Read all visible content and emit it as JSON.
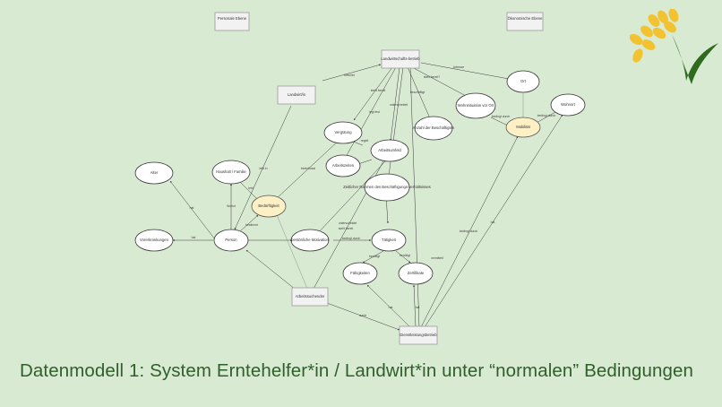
{
  "caption": "Datenmodell 1: System Erntehelfer*in / Landwirt*in unter “normalen” Bedingungen",
  "colors": {
    "background": "#d9ead3",
    "caption": "#2f5f2a",
    "highlight": "#fdf0c4",
    "logo_yellow": "#f2c230",
    "logo_green": "#2e6b1f"
  },
  "nodes": {
    "personal_level": "Personale Ebene",
    "economic_level": "Ökonomische Ebene",
    "farm": "Landwirtschafts-betrieb",
    "farmer": "Landwirt/in",
    "place": "Ort",
    "housing": "Wohnsituation vor Ort",
    "residence": "Wohnort",
    "mobility": "Mobilität",
    "pay": "Vergütung",
    "work_hours": "Arbeitszeiten",
    "workplace": "Arbeitsumfeld",
    "staff_count": "Anzahl der Beschäftigten",
    "time_frame": "Zeitlicher Rahmen des Beschäftigungs-verhältnisses",
    "age": "Alter",
    "household": "Haushalt / Familie",
    "need": "Bedürftigkeit",
    "preconditions": "Vorerkrankungen",
    "person": "Person",
    "motivation": "persönliche Motivation",
    "activity": "Tätigkeit",
    "skills": "Fähigkeiten",
    "certificates": "Zertifikate",
    "employee": "Arbeitssuchender",
    "service": "Dienstleistungsbetrieb"
  },
  "edges": {
    "betreibt": "betreibt",
    "adresse": "Adresse",
    "stellt_bereit_1": "stellt bereit",
    "stellt_bereit_2": "stellt bereit?",
    "stellt_bereit_3": "stellt bereit",
    "legt_fest": "legt fest",
    "unterscheidet": "unterscheidet",
    "beschaeftigt": "beschäftigt",
    "bedingt_durch_1": "bedingt durch",
    "bedingt_durch_2": "bedingt durch",
    "beeinflusst_1": "beeinflusst",
    "beeinflusst_2": "beeinflusst",
    "regelt": "regelt",
    "lebt_in": "lebt in",
    "hat_1": "hat",
    "hat_2": "hat",
    "hat_3": "hat",
    "hat_4": "hat",
    "lebt": "lebt",
    "wohnt": "Wohnt",
    "bestimmt": "bestimmt",
    "bedingt_durch_3": "bedingt durch",
    "bedingt_durch_4": "bedingt durch",
    "benoetigt_1": "benötigt",
    "benoetigt_2": "benötigt",
    "unterscheidet_2": "unterscheidet",
    "stellt_bereit_4": "stellt bereit",
    "sucht": "sucht",
    "hat_5": "hat",
    "vermittelt": "vermittelt"
  }
}
